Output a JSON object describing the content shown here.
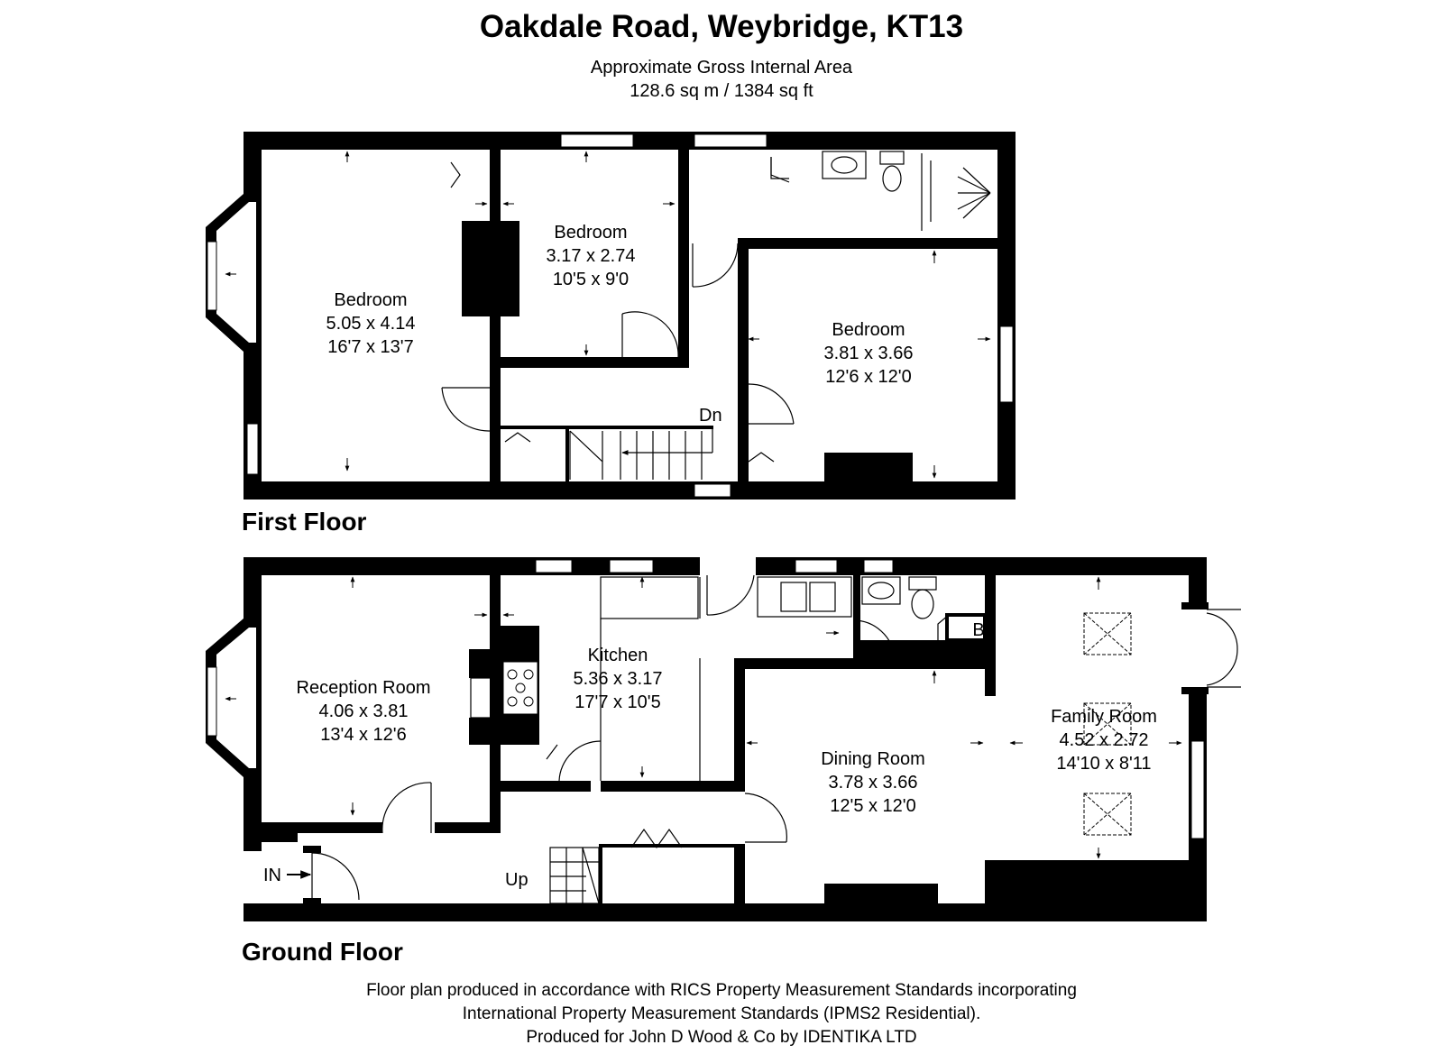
{
  "header": {
    "title": "Oakdale Road, Weybridge, KT13",
    "area_label": "Approximate Gross Internal Area",
    "area_value": "128.6 sq m / 1384 sq ft"
  },
  "floors": {
    "first": {
      "label": "First Floor",
      "rooms": [
        {
          "name": "Bedroom",
          "metric": "5.05 x 4.14",
          "imperial": "16'7 x 13'7"
        },
        {
          "name": "Bedroom",
          "metric": "3.17 x 2.74",
          "imperial": "10'5 x 9'0"
        },
        {
          "name": "Bedroom",
          "metric": "3.81 x 3.66",
          "imperial": "12'6 x 12'0"
        }
      ],
      "stair_label": "Dn"
    },
    "ground": {
      "label": "Ground Floor",
      "rooms": [
        {
          "name": "Reception Room",
          "metric": "4.06 x 3.81",
          "imperial": "13'4 x 12'6"
        },
        {
          "name": "Kitchen",
          "metric": "5.36 x 3.17",
          "imperial": "17'7 x 10'5"
        },
        {
          "name": "Dining Room",
          "metric": "3.78 x 3.66",
          "imperial": "12'5 x 12'0"
        },
        {
          "name": "Family Room",
          "metric": "4.52 x 2.72",
          "imperial": "14'10 x 8'11"
        }
      ],
      "stair_label": "Up",
      "entrance_label": "IN",
      "boiler_label": "B"
    }
  },
  "footer": {
    "line1": "Floor plan produced in accordance with RICS Property Measurement Standards incorporating",
    "line2": "International Property Measurement Standards (IPMS2 Residential).",
    "line3": "Produced for John D Wood & Co by IDENTIKA LTD"
  }
}
